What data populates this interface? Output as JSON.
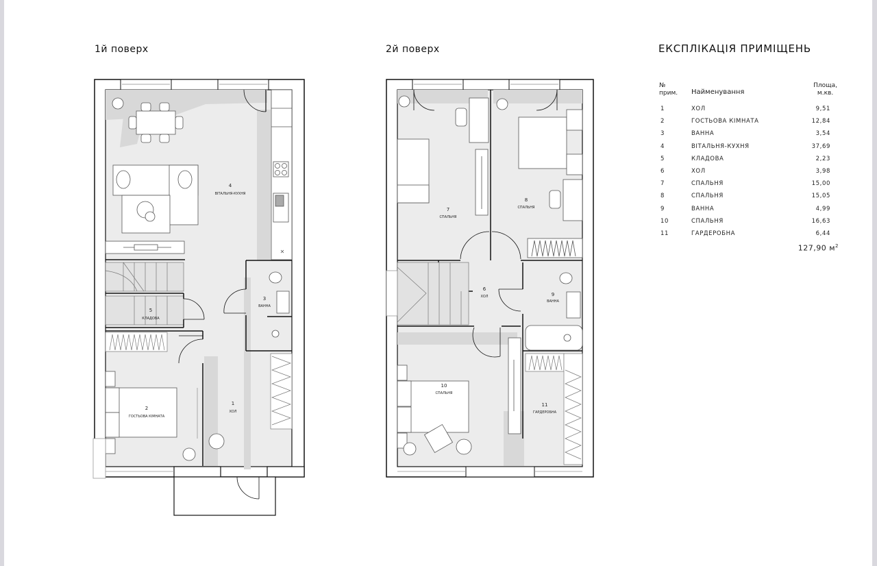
{
  "floors": [
    {
      "title": "1й поверх",
      "rooms": [
        {
          "num": "1",
          "name": "ХОЛ"
        },
        {
          "num": "2",
          "name": "ГОСТЬОВА КІМНАТА"
        },
        {
          "num": "3",
          "name": "ВАННА"
        },
        {
          "num": "4",
          "name": "ВІТАЛЬНЯ-КУХНЯ"
        },
        {
          "num": "5",
          "name": "КЛАДОВА"
        }
      ]
    },
    {
      "title": "2й поверх",
      "rooms": [
        {
          "num": "6",
          "name": "ХОЛ"
        },
        {
          "num": "7",
          "name": "СПАЛЬНЯ"
        },
        {
          "num": "8",
          "name": "СПАЛЬНЯ"
        },
        {
          "num": "9",
          "name": "ВАННА"
        },
        {
          "num": "10",
          "name": "СПАЛЬНЯ"
        },
        {
          "num": "11",
          "name": "ГАРДЕРОБНА"
        }
      ]
    }
  ],
  "explication": {
    "title": "ЕКСПЛІКАЦІЯ ПРИМІЩЕНЬ",
    "headers": {
      "num_line1": "№",
      "num_line2": "прим.",
      "name": "Найменування",
      "area_line1": "Площа,",
      "area_line2": "м.кв."
    },
    "rows": [
      {
        "num": "1",
        "name": "ХОЛ",
        "area": "9,51"
      },
      {
        "num": "2",
        "name": "ГОСТЬОВА КІМНАТА",
        "area": "12,84"
      },
      {
        "num": "3",
        "name": "ВАННА",
        "area": "3,54"
      },
      {
        "num": "4",
        "name": "ВІТАЛЬНЯ-КУХНЯ",
        "area": "37,69"
      },
      {
        "num": "5",
        "name": "КЛАДОВА",
        "area": "2,23"
      },
      {
        "num": "6",
        "name": "ХОЛ",
        "area": "3,98"
      },
      {
        "num": "7",
        "name": "СПАЛЬНЯ",
        "area": "15,00"
      },
      {
        "num": "8",
        "name": "СПАЛЬНЯ",
        "area": "15,05"
      },
      {
        "num": "9",
        "name": "ВАННА",
        "area": "4,99"
      },
      {
        "num": "10",
        "name": "СПАЛЬНЯ",
        "area": "16,63"
      },
      {
        "num": "11",
        "name": "ГАРДЕРОБНА",
        "area": "6,44"
      }
    ],
    "total_value": "127,90",
    "total_unit": "м",
    "total_sup": "2"
  },
  "colors": {
    "wall": "#111111",
    "floor": "#ececec",
    "shadow": "#d6d6d6",
    "furniture": "#ffffff",
    "edge": "#d9d8de"
  }
}
